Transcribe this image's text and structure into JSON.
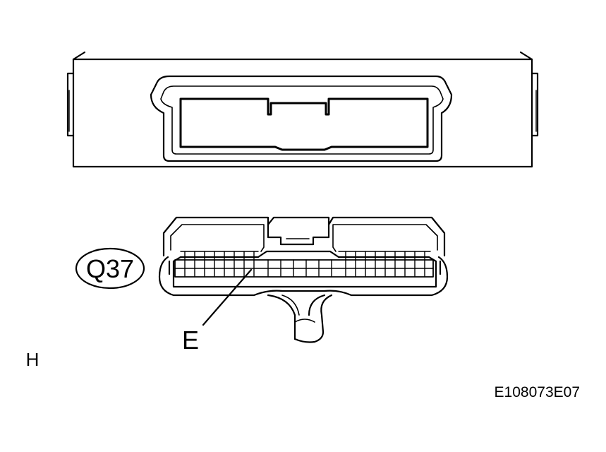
{
  "connector_code": "Q37",
  "pointer_label": "E",
  "view_label": "H",
  "figure_id": "E108073E07",
  "colors": {
    "line": "#000000",
    "background": "#ffffff"
  }
}
